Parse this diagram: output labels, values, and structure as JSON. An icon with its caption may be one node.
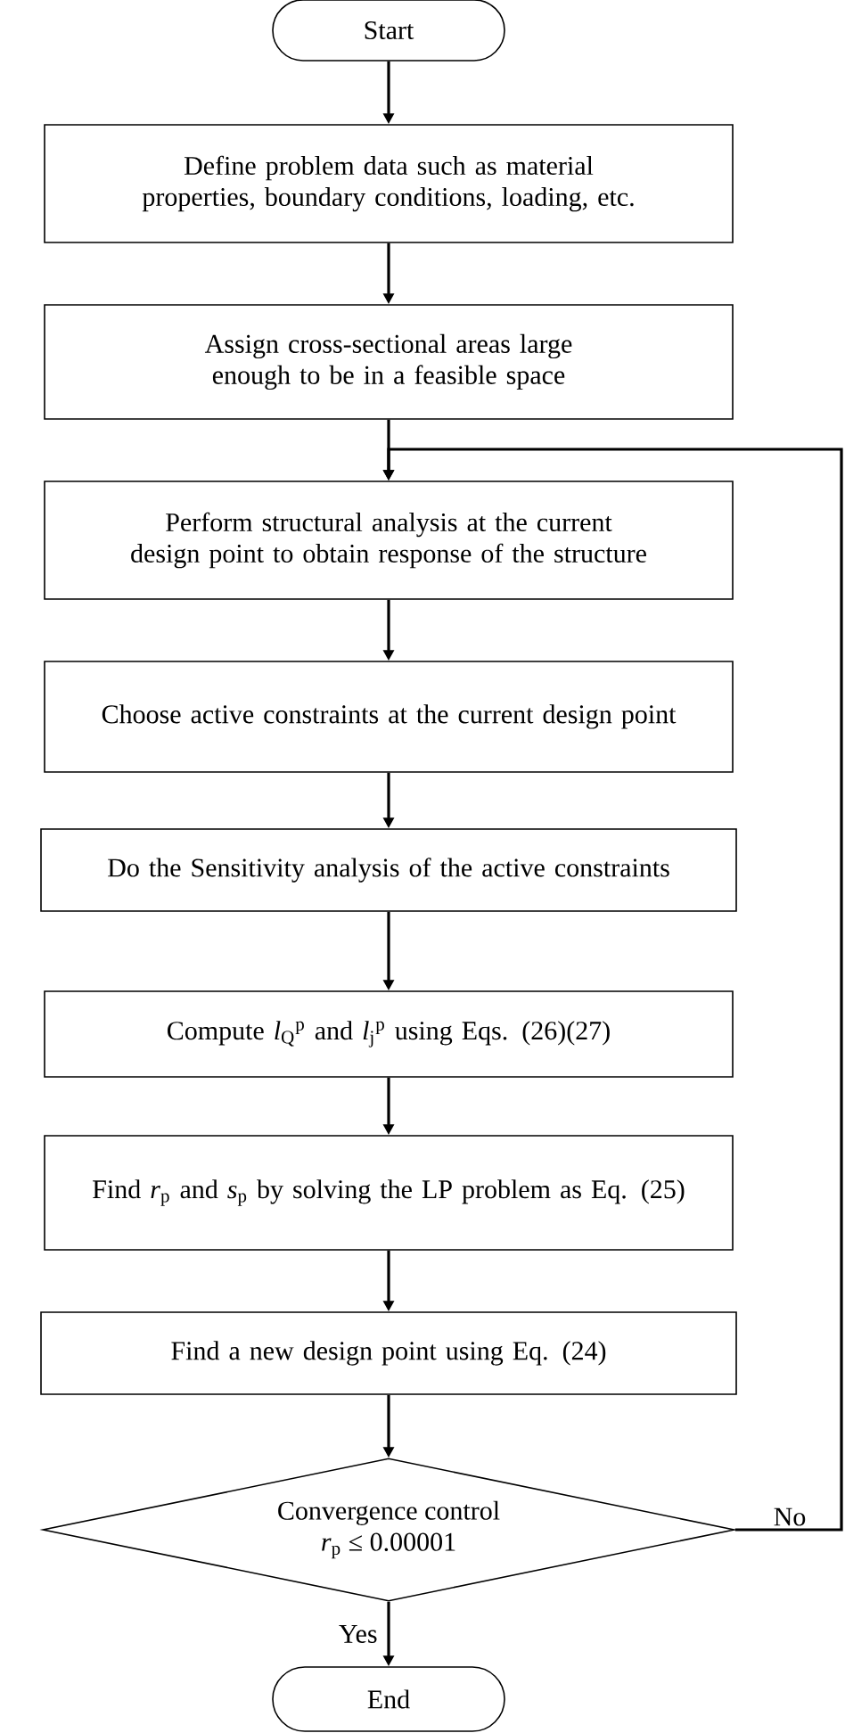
{
  "diagram": {
    "nodes": [
      {
        "text": [
          "Start"
        ]
      },
      {
        "text": [
          "Define problem data such as material properties, boundary conditions, loading, etc."
        ]
      },
      {
        "text": [
          "Assign cross-sectional areas large enough to be in a feasible space"
        ]
      },
      {
        "text": [
          "Perform structural analysis at the current design point to obtain response of the structure"
        ]
      },
      {
        "text": [
          "Choose active constraints at the current design point"
        ]
      },
      {
        "text": [
          "Do the Sensitivity analysis of the active constraints"
        ]
      },
      {
        "text": [
          "Compute *l*$_{Q}$$^{p}$ and *l*$_{j}$$^{p}$ using Eqs. (26)(27)"
        ]
      },
      {
        "text": [
          "Find *r*$_{p}$ and *s*$_{p}$ by solving the LP problem as Eq. (25)"
        ]
      },
      {
        "text": [
          "Find a new design point using Eq. (24)"
        ]
      },
      {
        "text": [
          "Convergence control",
          "*r*$_{p}$ ≤ 0.00001"
        ]
      },
      {
        "text": [
          "End"
        ]
      }
    ],
    "edges": [
      {
        "from": 0,
        "to": 1,
        "arrow": "to"
      },
      {
        "from": 1,
        "to": 2,
        "arrow": "to"
      },
      {
        "from": 2,
        "to": 3,
        "arrow": "to"
      },
      {
        "from": 3,
        "to": 4,
        "arrow": "to"
      },
      {
        "from": 4,
        "to": 5,
        "arrow": "to"
      },
      {
        "from": 5,
        "to": 6,
        "arrow": "to"
      },
      {
        "from": 6,
        "to": 7,
        "arrow": "to"
      },
      {
        "from": 7,
        "to": 8,
        "arrow": "to"
      },
      {
        "from": 8,
        "to": 9,
        "arrow": "to"
      },
      {
        "from": 9,
        "to": 10,
        "arrow": "to",
        "label": "Yes"
      },
      {
        "from": 9,
        "to": 3,
        "arrow": "to",
        "label": "No"
      }
    ]
  }
}
